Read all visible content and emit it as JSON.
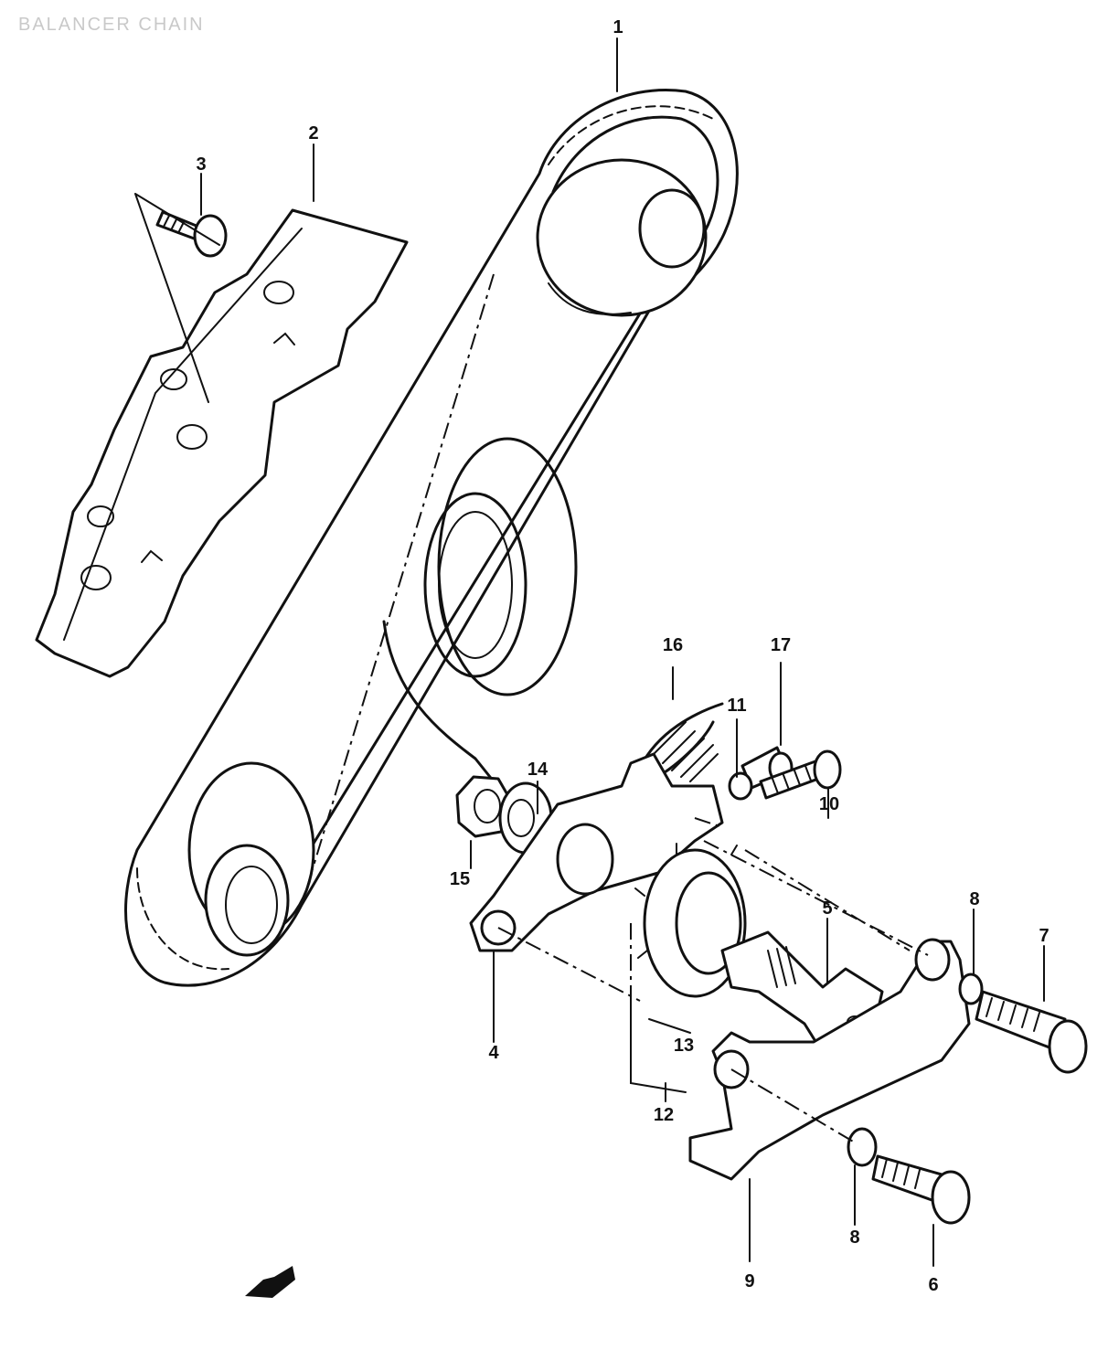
{
  "title": "BALANCER CHAIN",
  "callouts": [
    "1",
    "2",
    "3",
    "4",
    "5",
    "6",
    "7",
    "8",
    "8",
    "9",
    "10",
    "11",
    "12",
    "13",
    "14",
    "15",
    "16",
    "17"
  ]
}
